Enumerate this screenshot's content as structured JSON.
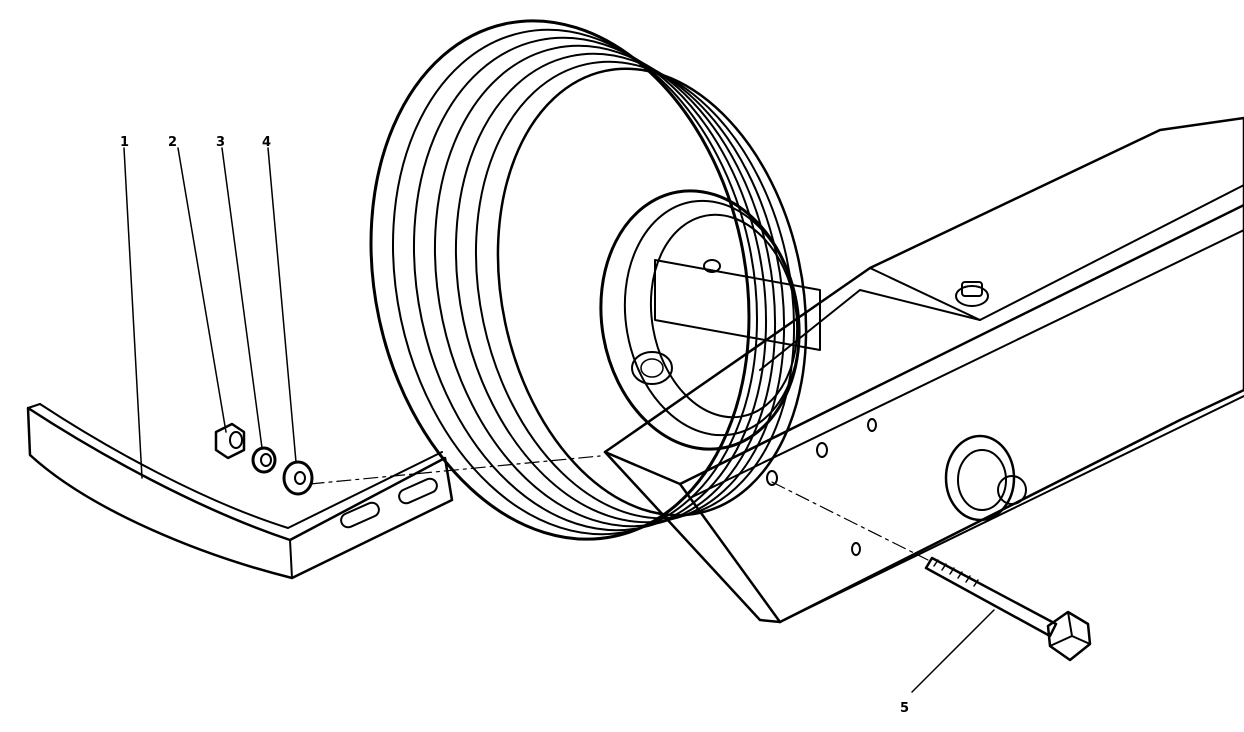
{
  "callouts": [
    {
      "number": "1",
      "part": "scraper-bar"
    },
    {
      "number": "2",
      "part": "lock-nut"
    },
    {
      "number": "3",
      "part": "lock-washer"
    },
    {
      "number": "4",
      "part": "flat-washer"
    },
    {
      "number": "5",
      "part": "bolt"
    }
  ],
  "colors": {
    "ink": "#000000",
    "paper": "#ffffff"
  }
}
